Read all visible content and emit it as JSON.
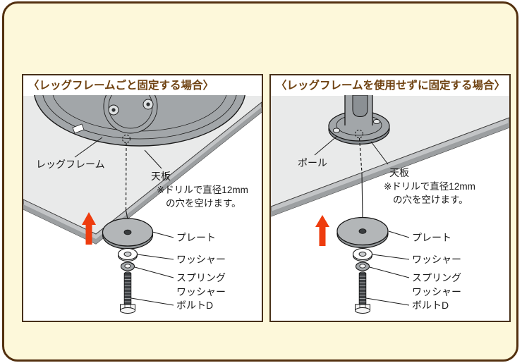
{
  "colors": {
    "frame_border": "#53300f",
    "frame_background": "#fdf8da",
    "panel_border": "#473019",
    "panel_background": "#ffffff",
    "title_text": "#6f4211",
    "label_text": "#1a1a1a",
    "arrow_red": "#ee3c0e",
    "metal_gray": "#a2a6a9",
    "table_surface_gray": "#e9eaea",
    "table_edge_gray": "#b9bcbe"
  },
  "panels": [
    {
      "title": "〈レッグフレームごと固定する場合〉",
      "part_label": "レッグフレーム",
      "surface_label": "天板",
      "note_line1": "※ドリルで直径12mm",
      "note_line2": "の穴を空けます。",
      "plate_label": "プレート",
      "washer_label": "ワッシャー",
      "spring_washer_label_line1": "スプリング",
      "spring_washer_label_line2": "ワッシャー",
      "bolt_label": "ボルトD"
    },
    {
      "title": "〈レッグフレームを使用せずに固定する場合〉",
      "part_label": "ポール",
      "surface_label": "天板",
      "note_line1": "※ドリルで直径12mm",
      "note_line2": "の穴を空けます。",
      "plate_label": "プレート",
      "washer_label": "ワッシャー",
      "spring_washer_label_line1": "スプリング",
      "spring_washer_label_line2": "ワッシャー",
      "bolt_label": "ボルトD"
    }
  ]
}
